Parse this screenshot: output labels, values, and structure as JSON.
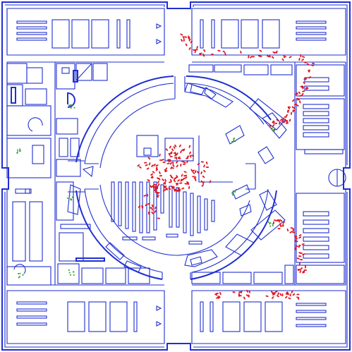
{
  "simulation": {
    "view": "floor-plan",
    "colors": {
      "walls": "#1f2fd0",
      "agents": "#e0141e",
      "sensors": "#2e9d2e",
      "background": "#ffffff"
    },
    "agent_clusters": [
      {
        "zone": "atrium-center",
        "count": 170
      },
      {
        "zone": "north-east-corridor",
        "count": 60
      },
      {
        "zone": "east-corridor",
        "count": 40
      },
      {
        "zone": "south-east-corridor",
        "count": 45
      },
      {
        "zone": "south-corridor",
        "count": 40
      }
    ],
    "sensor_markers": [
      {
        "zone": "north-west-stair"
      },
      {
        "zone": "west-corridor"
      },
      {
        "zone": "north-east-door"
      },
      {
        "zone": "east-door"
      },
      {
        "zone": "south-east-door"
      },
      {
        "zone": "east-inner"
      },
      {
        "zone": "west-room-1"
      },
      {
        "zone": "west-room-2"
      },
      {
        "zone": "south-west-corridor"
      }
    ]
  }
}
